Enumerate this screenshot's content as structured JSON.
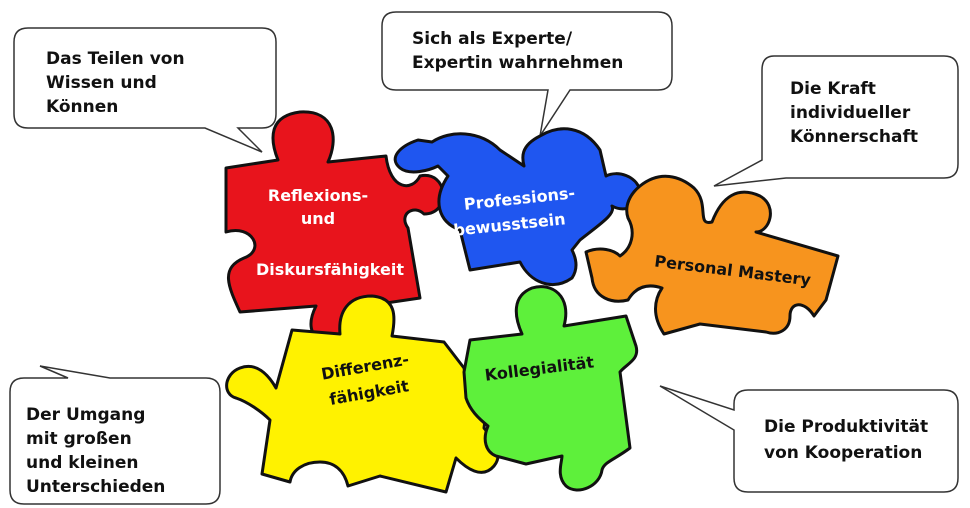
{
  "colors": {
    "red": "#e8141c",
    "blue": "#1f56f0",
    "orange": "#f7941e",
    "yellow": "#fff200",
    "green": "#5ef03b",
    "outline": "#111111",
    "bubble_fill": "#ffffff"
  },
  "pieces": {
    "reflexion": {
      "line1": "Reflexions-",
      "line2": "und",
      "line3": "Diskursfähigkeit"
    },
    "profession": {
      "line1": "Professions-",
      "line2": "bewusstsein"
    },
    "personal": {
      "line1": "Personal Mastery"
    },
    "differenz": {
      "line1": "Differenz-",
      "line2": "fähigkeit"
    },
    "kollegial": {
      "line1": "Kollegialität"
    }
  },
  "bubbles": {
    "teilen": {
      "line1": "Das Teilen von",
      "line2": "Wissen und",
      "line3": "Können"
    },
    "experte": {
      "line1": "Sich als Experte/",
      "line2": "Expertin wahrnehmen"
    },
    "kraft": {
      "line1": "Die Kraft",
      "line2": "individueller",
      "line3": "Könnerschaft"
    },
    "umgang": {
      "line1": "Der Umgang",
      "line2": "mit großen",
      "line3": "und kleinen",
      "line4": "Unterschieden"
    },
    "produktiv": {
      "line1": "Die Produktivität",
      "line2": "von Kooperation"
    }
  }
}
